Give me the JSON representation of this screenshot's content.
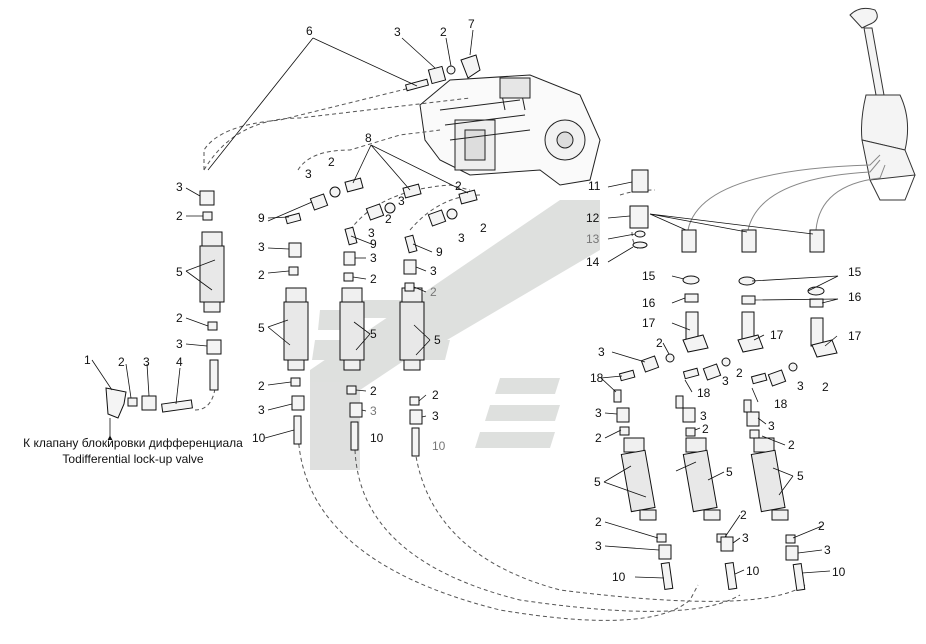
{
  "caption": {
    "line1": "К клапану блокировки дифференциала",
    "line2": "Todifferential lock-up valve"
  },
  "callouts": [
    {
      "id": "c-6",
      "label": "6"
    },
    {
      "id": "c-3a",
      "label": "3"
    },
    {
      "id": "c-2a",
      "label": "2"
    },
    {
      "id": "c-7",
      "label": "7"
    },
    {
      "id": "c-8",
      "label": "8"
    },
    {
      "id": "c-3b",
      "label": "3"
    },
    {
      "id": "c-2b",
      "label": "2"
    },
    {
      "id": "c-3c",
      "label": "3"
    },
    {
      "id": "c-2c",
      "label": "2"
    },
    {
      "id": "c-5a",
      "label": "5"
    },
    {
      "id": "c-2d",
      "label": "2"
    },
    {
      "id": "c-3d",
      "label": "3"
    },
    {
      "id": "c-4",
      "label": "4"
    },
    {
      "id": "c-1",
      "label": "1"
    },
    {
      "id": "c-2e",
      "label": "2"
    },
    {
      "id": "c-3e",
      "label": "3"
    },
    {
      "id": "c-3f",
      "label": "3"
    },
    {
      "id": "c-2f",
      "label": "2"
    },
    {
      "id": "c-9a",
      "label": "9"
    },
    {
      "id": "c-3g",
      "label": "3"
    },
    {
      "id": "c-2g",
      "label": "2"
    },
    {
      "id": "c-5b",
      "label": "5"
    },
    {
      "id": "c-2h",
      "label": "2"
    },
    {
      "id": "c-3h",
      "label": "3"
    },
    {
      "id": "c-10a",
      "label": "10"
    },
    {
      "id": "c-3i",
      "label": "3"
    },
    {
      "id": "c-2i",
      "label": "2"
    },
    {
      "id": "c-9b",
      "label": "9"
    },
    {
      "id": "c-3j",
      "label": "3"
    },
    {
      "id": "c-2j",
      "label": "2"
    },
    {
      "id": "c-5c",
      "label": "5"
    },
    {
      "id": "c-2k",
      "label": "2"
    },
    {
      "id": "c-3k",
      "label": "3"
    },
    {
      "id": "c-10b",
      "label": "10"
    },
    {
      "id": "c-3l",
      "label": "3"
    },
    {
      "id": "c-2l",
      "label": "2"
    },
    {
      "id": "c-9c",
      "label": "9"
    },
    {
      "id": "c-3m",
      "label": "3"
    },
    {
      "id": "c-2m",
      "label": "2"
    },
    {
      "id": "c-5d",
      "label": "5"
    },
    {
      "id": "c-2n",
      "label": "2"
    },
    {
      "id": "c-3n",
      "label": "3"
    },
    {
      "id": "c-10c",
      "label": "10"
    },
    {
      "id": "c-11",
      "label": "11"
    },
    {
      "id": "c-12",
      "label": "12"
    },
    {
      "id": "c-13",
      "label": "13"
    },
    {
      "id": "c-14",
      "label": "14"
    },
    {
      "id": "c-15a",
      "label": "15"
    },
    {
      "id": "c-15b",
      "label": "15"
    },
    {
      "id": "c-16a",
      "label": "16"
    },
    {
      "id": "c-16b",
      "label": "16"
    },
    {
      "id": "c-17a",
      "label": "17"
    },
    {
      "id": "c-17b",
      "label": "17"
    },
    {
      "id": "c-17c",
      "label": "17"
    },
    {
      "id": "c-3o",
      "label": "3"
    },
    {
      "id": "c-2o",
      "label": "2"
    },
    {
      "id": "c-3p",
      "label": "3"
    },
    {
      "id": "c-2p",
      "label": "2"
    },
    {
      "id": "c-3q",
      "label": "3"
    },
    {
      "id": "c-2q",
      "label": "2"
    },
    {
      "id": "c-18a",
      "label": "18"
    },
    {
      "id": "c-18b",
      "label": "18"
    },
    {
      "id": "c-18c",
      "label": "18"
    },
    {
      "id": "c-3r",
      "label": "3"
    },
    {
      "id": "c-2r",
      "label": "2"
    },
    {
      "id": "c-3s",
      "label": "3"
    },
    {
      "id": "c-2s",
      "label": "2"
    },
    {
      "id": "c-3t",
      "label": "3"
    },
    {
      "id": "c-2t",
      "label": "2"
    },
    {
      "id": "c-5e",
      "label": "5"
    },
    {
      "id": "c-5f",
      "label": "5"
    },
    {
      "id": "c-5g",
      "label": "5"
    },
    {
      "id": "c-2u",
      "label": "2"
    },
    {
      "id": "c-3u",
      "label": "3"
    },
    {
      "id": "c-2v",
      "label": "2"
    },
    {
      "id": "c-3v",
      "label": "3"
    },
    {
      "id": "c-2w",
      "label": "2"
    },
    {
      "id": "c-3w",
      "label": "3"
    },
    {
      "id": "c-10d",
      "label": "10"
    },
    {
      "id": "c-10e",
      "label": "10"
    },
    {
      "id": "c-10f",
      "label": "10"
    }
  ]
}
